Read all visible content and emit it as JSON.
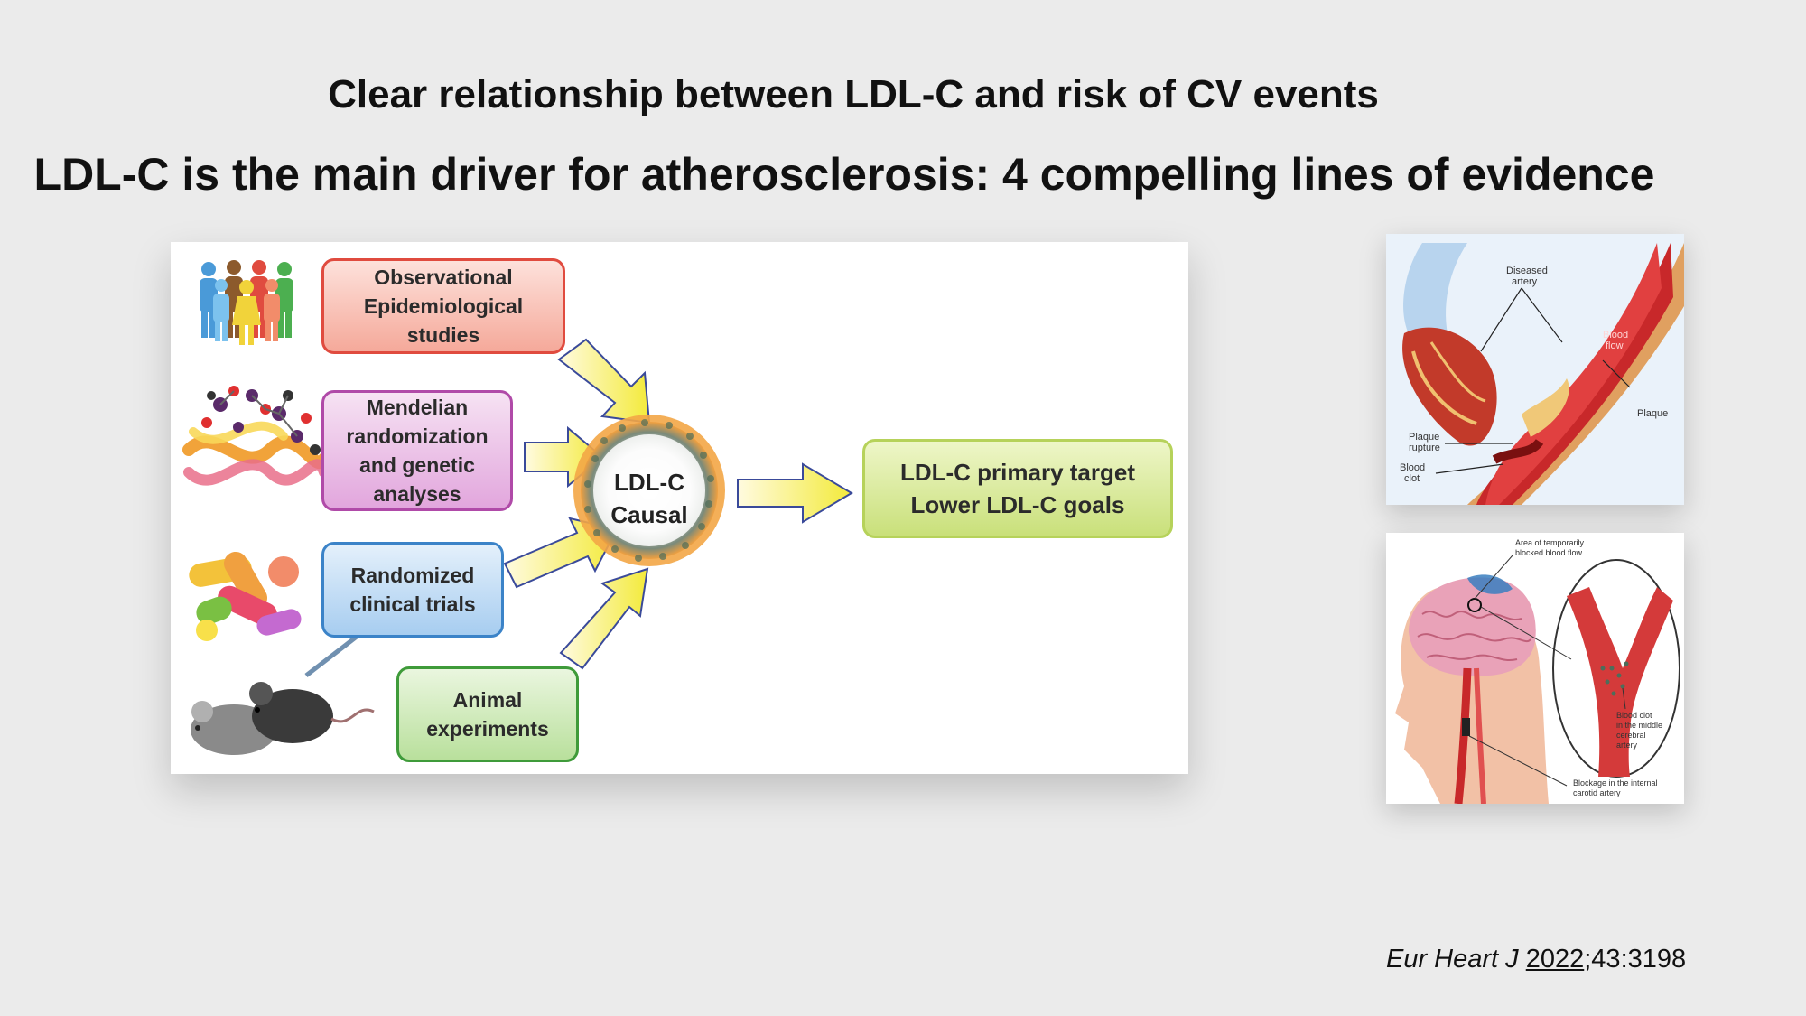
{
  "slide": {
    "heading": "Clear relationship between LDL-C and risk of CV events",
    "title": "LDL-C is the main driver for atherosclerosis: 4 compelling lines of evidence"
  },
  "diagram": {
    "evidence": [
      {
        "label": "Observational\nEpidemiological\nstudies",
        "color": "#e04b3f",
        "icon": "people-icon"
      },
      {
        "label": "Mendelian\nrandomization\nand genetic\nanalyses",
        "color": "#b04aa8",
        "icon": "dna-molecule-icon"
      },
      {
        "label": "Randomized\nclinical trials",
        "color": "#3b83c8",
        "icon": "pills-icon"
      },
      {
        "label": "Animal\nexperiments",
        "color": "#3f9b3a",
        "icon": "mice-icon"
      }
    ],
    "center": {
      "label": "LDL-C\nCausal",
      "icon": "ldl-particle-icon"
    },
    "target": {
      "label": "LDL-C primary target\nLower LDL-C goals",
      "color": "#c9e07a"
    },
    "arrow_color": "#f5f07a"
  },
  "heart_illustration": {
    "labels": {
      "diseased": "Diseased\nartery",
      "blood_flow": "Blood\nflow",
      "plaque": "Plaque",
      "plaque_rupture": "Plaque\nrupture",
      "blood_clot": "Blood\nclot"
    }
  },
  "brain_illustration": {
    "labels": {
      "area": "Area of temporarily\nblocked blood flow",
      "clot": "Blood clot\nin the middle\ncerebral\nartery",
      "blockage": "Blockage in the internal\ncarotid artery"
    }
  },
  "citation": {
    "journal": "Eur Heart J",
    "year": "2022",
    "rest": ";43:3198"
  }
}
